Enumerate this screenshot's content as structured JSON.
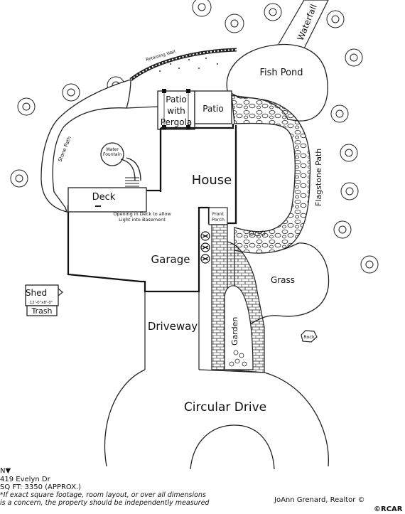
{
  "labels": {
    "waterfall": "Waterfall",
    "retaining_wall": "Retaining Wall",
    "fish_pond": "Fish Pond",
    "patio_with_pergola": [
      "Patio",
      "with",
      "Pergola"
    ],
    "patio": "Patio",
    "stone_path": "Stone Path",
    "water_fountain": [
      "Water",
      "Fountain"
    ],
    "house": "House",
    "flagstone_path": "Flagstone Path",
    "deck": "Deck",
    "deck_note": [
      "Opening in Deck to allow",
      "Light into Basement"
    ],
    "front_porch": [
      "Front",
      "Porch"
    ],
    "garage": "Garage",
    "grass": "Grass",
    "shed": "Shed",
    "shed_size": "12'-0\"x8'-0\"",
    "trash": "Trash",
    "driveway": "Driveway",
    "garden": "Garden",
    "rock": "Rock",
    "circular_drive": "Circular Drive"
  },
  "footer": {
    "north": "N▼",
    "address": "419  Evelyn Dr",
    "sqft": "SQ FT:  3350 (APPROX.)",
    "disclaimer_1": "*If exact square footage, room layout, or over all dimensions",
    "disclaimer_2": "is a concern, the property should be independently measured",
    "realtor": "JoAnn  Grenard,  Realtor ©",
    "copyright": "©RCAR"
  }
}
